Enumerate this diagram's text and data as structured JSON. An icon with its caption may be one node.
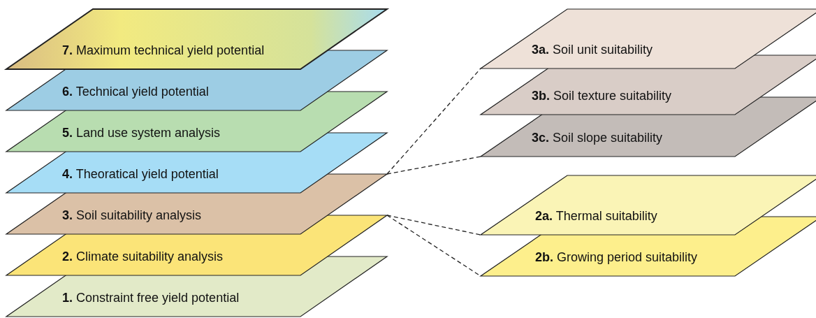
{
  "diagram": {
    "nodes": [
      {
        "text": [
          "**7.** Maximum technical yield potential"
        ]
      },
      {
        "text": [
          "**6.** Technical yield potential"
        ]
      },
      {
        "text": [
          "**5.** Land use system analysis"
        ]
      },
      {
        "text": [
          "**4.** Theoratical yield potential"
        ]
      },
      {
        "text": [
          "**3.** Soil suitability analysis"
        ]
      },
      {
        "text": [
          "**2.** Climate suitability analysis"
        ]
      },
      {
        "text": [
          "**1.** Constraint free yield potential"
        ]
      },
      {
        "text": [
          "**3a.** Soil unit suitability"
        ]
      },
      {
        "text": [
          "**3b.** Soil texture suitability"
        ]
      },
      {
        "text": [
          "**3c.** Soil slope suitability"
        ]
      },
      {
        "text": [
          "**2a.** Thermal suitability"
        ]
      },
      {
        "text": [
          "**2b.** Growing period suitability"
        ]
      }
    ],
    "edges": [
      {
        "from": 4,
        "to": 7,
        "arrow": "none",
        "style": "dashed"
      },
      {
        "from": 4,
        "to": 9,
        "arrow": "none",
        "style": "dashed"
      },
      {
        "from": 5,
        "to": 10,
        "arrow": "none",
        "style": "dashed"
      },
      {
        "from": 5,
        "to": 11,
        "arrow": "none",
        "style": "dashed"
      }
    ]
  }
}
